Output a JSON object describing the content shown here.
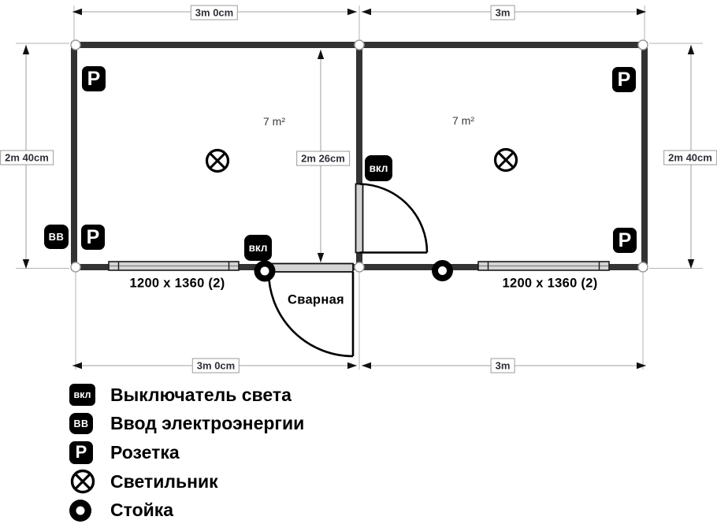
{
  "colors": {
    "wall": "#333333",
    "dimension_line": "#b3b3b3",
    "badge_background": "#000000",
    "badge_text": "#ffffff",
    "window_fill": "#d4d4d4"
  },
  "plan": {
    "dimensions": {
      "top_left": "3m 0cm",
      "top_right": "3m",
      "bottom_left": "3m 0cm",
      "bottom_right": "3m",
      "left_side": "2m 40cm",
      "right_side": "2m 40cm",
      "inner_height": "2m 26cm"
    },
    "left_room": {
      "area": "7 m²",
      "window_label": "1200 x 1360 (2)"
    },
    "right_room": {
      "area": "7 m²",
      "window_label": "1200 x 1360 (2)"
    },
    "door_label": "Сварная",
    "badges": {
      "switch": "вкл",
      "power_input": "ВВ",
      "socket": "P"
    }
  },
  "legend": {
    "items": [
      {
        "icon_text": "вкл",
        "label": "Выключатель света"
      },
      {
        "icon_text": "ВВ",
        "label": "Ввод электроэнергии"
      },
      {
        "icon_text": "P",
        "label": "Розетка"
      },
      {
        "icon_text": "",
        "label": "Светильник"
      },
      {
        "icon_text": "",
        "label": "Стойка"
      }
    ]
  }
}
